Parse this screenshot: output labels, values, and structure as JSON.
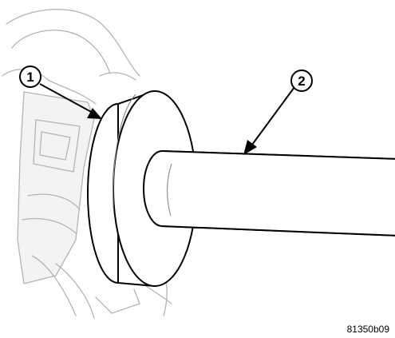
{
  "callouts": [
    {
      "label": "1"
    },
    {
      "label": "2"
    }
  ],
  "figure_id": "81350b09",
  "colors": {
    "line": "#000000",
    "background_part": "#b4b4b4",
    "background": "#ffffff"
  }
}
